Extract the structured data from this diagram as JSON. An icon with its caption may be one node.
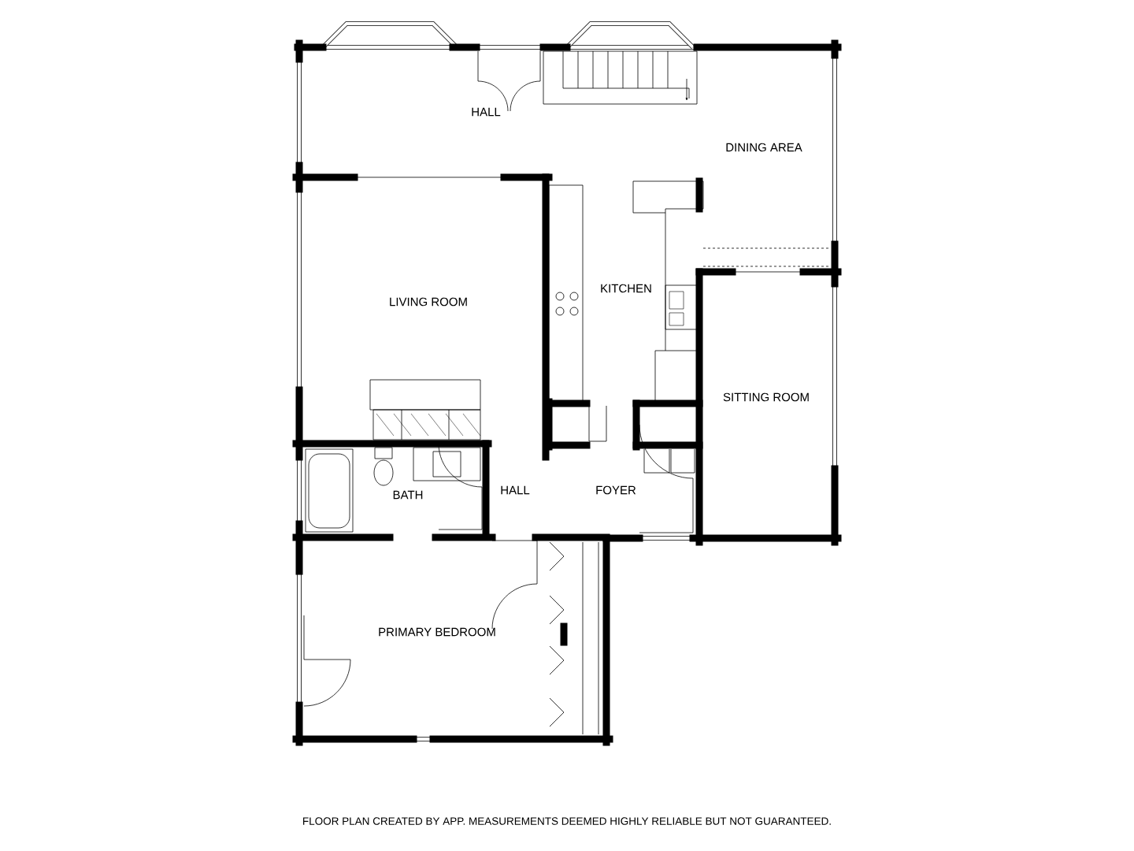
{
  "diagram": {
    "labels": [
      "HALL",
      "DINING AREA",
      "LIVING ROOM",
      "KITCHEN",
      "SITTING ROOM",
      "BATH",
      "HALL",
      "FOYER",
      "PRIMARY BEDROOM"
    ],
    "caption": "FLOOR PLAN CREATED BY APP. MEASUREMENTS DEEMED HIGHLY RELIABLE BUT NOT GUARANTEED."
  }
}
